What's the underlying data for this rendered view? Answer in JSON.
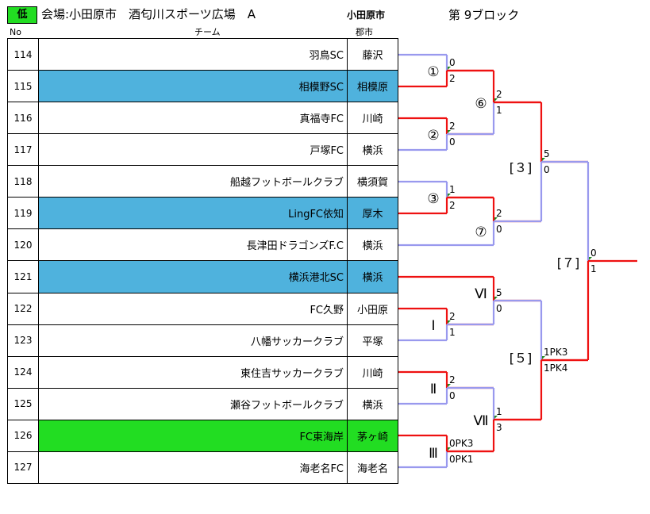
{
  "header": {
    "level_badge": "低",
    "venue": "会場:小田原市　酒匂川スポーツ広場　A",
    "city": "小田原市",
    "block": "第 9ブロック"
  },
  "columns": {
    "no": "No",
    "team": "チーム",
    "city": "郡市"
  },
  "teams": [
    {
      "no": "114",
      "name": "羽鳥SC",
      "city": "藤沢",
      "highlight": ""
    },
    {
      "no": "115",
      "name": "相模野SC",
      "city": "相模原",
      "highlight": "blue"
    },
    {
      "no": "116",
      "name": "真福寺FC",
      "city": "川崎",
      "highlight": ""
    },
    {
      "no": "117",
      "name": "戸塚FC",
      "city": "横浜",
      "highlight": ""
    },
    {
      "no": "118",
      "name": "船越フットボールクラブ",
      "city": "横須賀",
      "highlight": ""
    },
    {
      "no": "119",
      "name": "LingFC依知",
      "city": "厚木",
      "highlight": "blue"
    },
    {
      "no": "120",
      "name": "長津田ドラゴンズF.C",
      "city": "横浜",
      "highlight": ""
    },
    {
      "no": "121",
      "name": "横浜港北SC",
      "city": "横浜",
      "highlight": "blue"
    },
    {
      "no": "122",
      "name": "FC久野",
      "city": "小田原",
      "highlight": ""
    },
    {
      "no": "123",
      "name": "八幡サッカークラブ",
      "city": "平塚",
      "highlight": ""
    },
    {
      "no": "124",
      "name": "東住吉サッカークラブ",
      "city": "川崎",
      "highlight": ""
    },
    {
      "no": "125",
      "name": "瀬谷フットボールクラブ",
      "city": "横浜",
      "highlight": ""
    },
    {
      "no": "126",
      "name": "FC東海岸",
      "city": "茅ヶ崎",
      "highlight": "green"
    },
    {
      "no": "127",
      "name": "海老名FC",
      "city": "海老名",
      "highlight": ""
    }
  ],
  "colors": {
    "winner": "#ee1111",
    "loser": "#9999ee",
    "marker": "#228822"
  },
  "matches": [
    {
      "id": "m1",
      "label": "①",
      "top_score": "0",
      "bottom_score": "2",
      "winner": "bottom"
    },
    {
      "id": "m2",
      "label": "②",
      "top_score": "2",
      "bottom_score": "0",
      "winner": "top"
    },
    {
      "id": "m3",
      "label": "③",
      "top_score": "1",
      "bottom_score": "2",
      "winner": "bottom"
    },
    {
      "id": "m6",
      "label": "⑥",
      "top_score": "2",
      "bottom_score": "1",
      "winner": "top"
    },
    {
      "id": "m7",
      "label": "⑦",
      "top_score": "2",
      "bottom_score": "0",
      "winner": "top"
    },
    {
      "id": "b3",
      "label": "[３]",
      "top_score": "5",
      "bottom_score": "0",
      "winner": "top"
    },
    {
      "id": "mI",
      "label": "Ⅰ",
      "top_score": "2",
      "bottom_score": "1",
      "winner": "top"
    },
    {
      "id": "mII",
      "label": "Ⅱ",
      "top_score": "2",
      "bottom_score": "0",
      "winner": "top"
    },
    {
      "id": "mIII",
      "label": "Ⅲ",
      "top_score": "0PK3",
      "bottom_score": "0PK1",
      "winner": "top"
    },
    {
      "id": "mVI",
      "label": "Ⅵ",
      "top_score": "5",
      "bottom_score": "0",
      "winner": "top"
    },
    {
      "id": "mVII",
      "label": "Ⅶ",
      "top_score": "1",
      "bottom_score": "3",
      "winner": "bottom"
    },
    {
      "id": "b5",
      "label": "[５]",
      "top_score": "1PK3",
      "bottom_score": "1PK4",
      "winner": "bottom"
    },
    {
      "id": "b7",
      "label": "[７]",
      "top_score": "0",
      "bottom_score": "1",
      "winner": "bottom"
    }
  ]
}
